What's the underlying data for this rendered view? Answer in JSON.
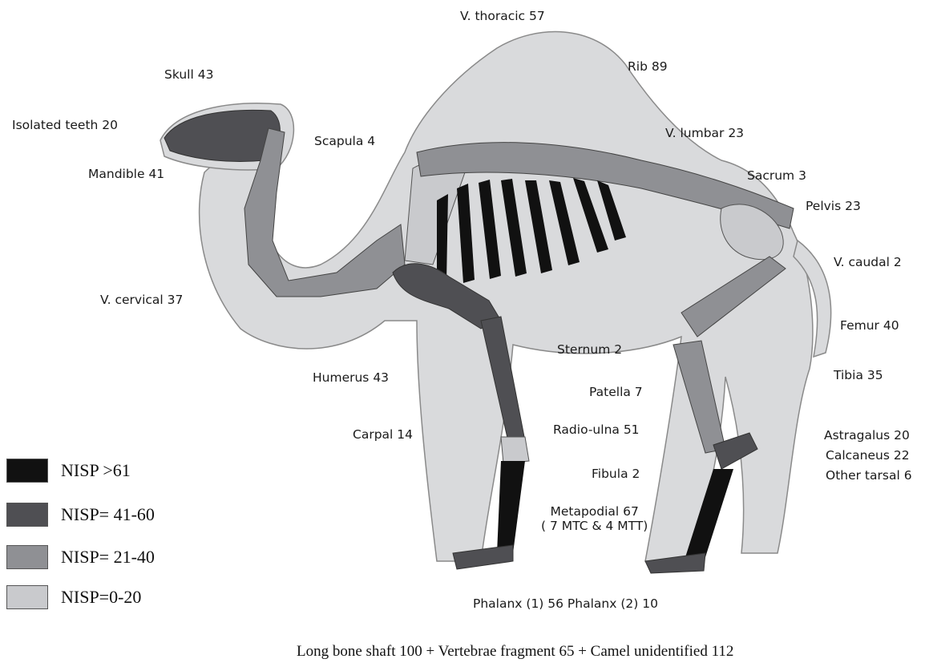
{
  "colors": {
    "class_1": "#111111",
    "class_2": "#4f4f53",
    "class_3": "#8f9094",
    "class_4": "#c9cacd",
    "silhouette": "#d9dadc",
    "outline": "#8a8a8a"
  },
  "labels": {
    "v_thoracic": "V. thoracic 57",
    "rib": "Rib 89",
    "skull": "Skull 43",
    "isolated_teeth": "Isolated teeth 20",
    "v_lumbar": "V. lumbar  23",
    "scapula": "Scapula 4",
    "mandible": "Mandible 41",
    "sacrum": "Sacrum 3",
    "pelvis": "Pelvis 23",
    "v_caudal": "V. caudal  2",
    "v_cervical": "V. cervical 37",
    "femur": "Femur 40",
    "sternum": "Sternum 2",
    "humerus": "Humerus 43",
    "tibia": "Tibia 35",
    "patella": "Patella 7",
    "carpal": "Carpal 14",
    "radio_ulna": "Radio-ulna 51",
    "astragalus": "Astragalus 20",
    "calcaneus": "Calcaneus 22",
    "other_tarsal": "Other tarsal 6",
    "fibula": "Fibula 2",
    "metapodial": "Metapodial 67",
    "metapodial_note": "( 7 MTC & 4 MTT)",
    "phalanx": "Phalanx (1) 56 Phalanx (2) 10"
  },
  "legend": [
    {
      "label": "NISP >61",
      "color": "#111111"
    },
    {
      "label": "NISP= 41-60",
      "color": "#4f4f53"
    },
    {
      "label": "NISP= 21-40",
      "color": "#8f9094"
    },
    {
      "label": "NISP=0-20",
      "color": "#c9cacd"
    }
  ],
  "footnote": "Long bone shaft 100 + Vertebrae fragment 65 + Camel unidentified 112"
}
